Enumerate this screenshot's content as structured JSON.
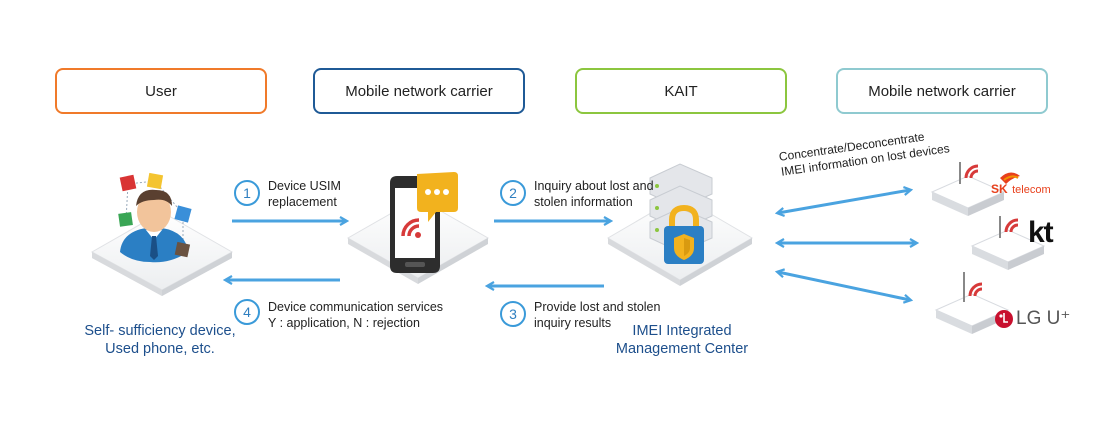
{
  "headers": {
    "user": "User",
    "carrier": "Mobile network carrier",
    "kait": "KAIT",
    "carrier_right": "Mobile network carrier"
  },
  "steps": [
    {
      "num": "1",
      "line1": "Device USIM",
      "line2": "replacement"
    },
    {
      "num": "2",
      "line1": "Inquiry about lost and",
      "line2": "stolen information"
    },
    {
      "num": "3",
      "line1": "Provide lost and stolen",
      "line2": "inquiry results"
    },
    {
      "num": "4",
      "line1": "Device communication services",
      "line2": "Y : application, N : rejection"
    }
  ],
  "captions": {
    "user_line1": "Self- sufficiency device,",
    "user_line2": "Used phone, etc.",
    "center_line1": "IMEI Integrated",
    "center_line2": "Management Center"
  },
  "concentrate": {
    "line1": "Concentrate/Deconcentrate",
    "line2": "IMEI information on lost devices"
  },
  "carriers": {
    "sk_mark": "SK",
    "sk_text": "telecom",
    "kt": "kt",
    "lg": "LG U⁺"
  },
  "colors": {
    "user": "#f07a2a",
    "carrier": "#1f5a96",
    "kait": "#8cc63f",
    "carrier_right": "#8fcad0",
    "arrow": "#4aa3e0",
    "caption": "#1d4f8c"
  }
}
